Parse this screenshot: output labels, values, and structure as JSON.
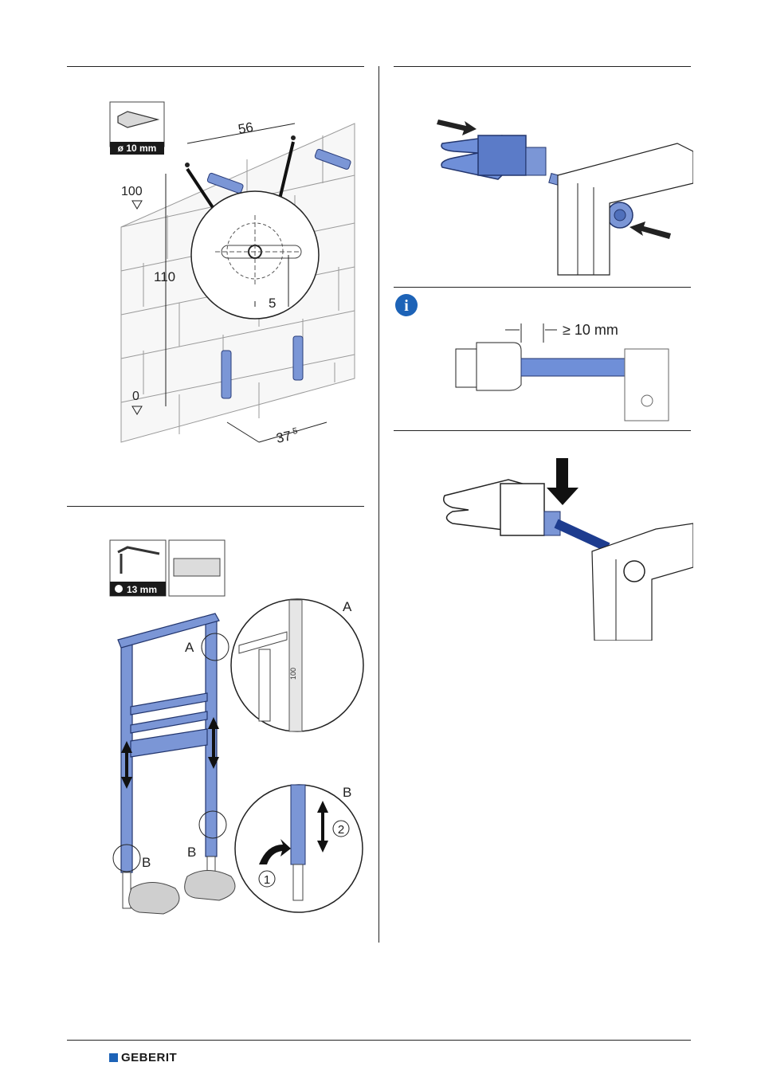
{
  "drill_panel": {
    "drill_size": "ø 10 mm",
    "dim_top": "56",
    "dim_detail": "5",
    "dim_bottom_main": "37",
    "dim_bottom_sup": "5",
    "height_100": "100",
    "height_110": "110",
    "height_0": "0"
  },
  "frame_panel": {
    "wrench_size": "13 mm",
    "callout_a": "A",
    "callout_b": "B",
    "step_1": "1",
    "step_2": "2",
    "ruler_text": "100"
  },
  "bracket_panel": {
    "info_icon": "i",
    "min_thread": "≥ 10 mm"
  },
  "footer": {
    "brand": "GEBERIT"
  },
  "colors": {
    "accent_blue": "#4f73c4",
    "brand_blue": "#1d63b7"
  }
}
